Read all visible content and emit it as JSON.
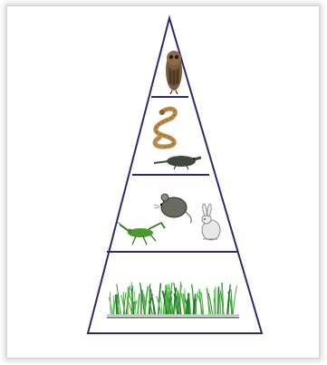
{
  "diagram": {
    "type": "food-pyramid",
    "colors": {
      "outline": "#2a2a6e",
      "grass": "#3fa63a",
      "grass_dark": "#207a26",
      "owl": "#6b5036",
      "snake": "#b98a4a",
      "mouse": "#4a4a44",
      "grasshopper": "#3f8a2a",
      "rabbit": "#d8d8d8"
    },
    "levels": [
      {
        "rank": 4,
        "organisms": [
          "owl"
        ]
      },
      {
        "rank": 3,
        "organisms": [
          "snake",
          "shrew"
        ]
      },
      {
        "rank": 2,
        "organisms": [
          "mouse",
          "grasshopper",
          "rabbit"
        ]
      },
      {
        "rank": 1,
        "organisms": [
          "grass"
        ]
      }
    ]
  }
}
